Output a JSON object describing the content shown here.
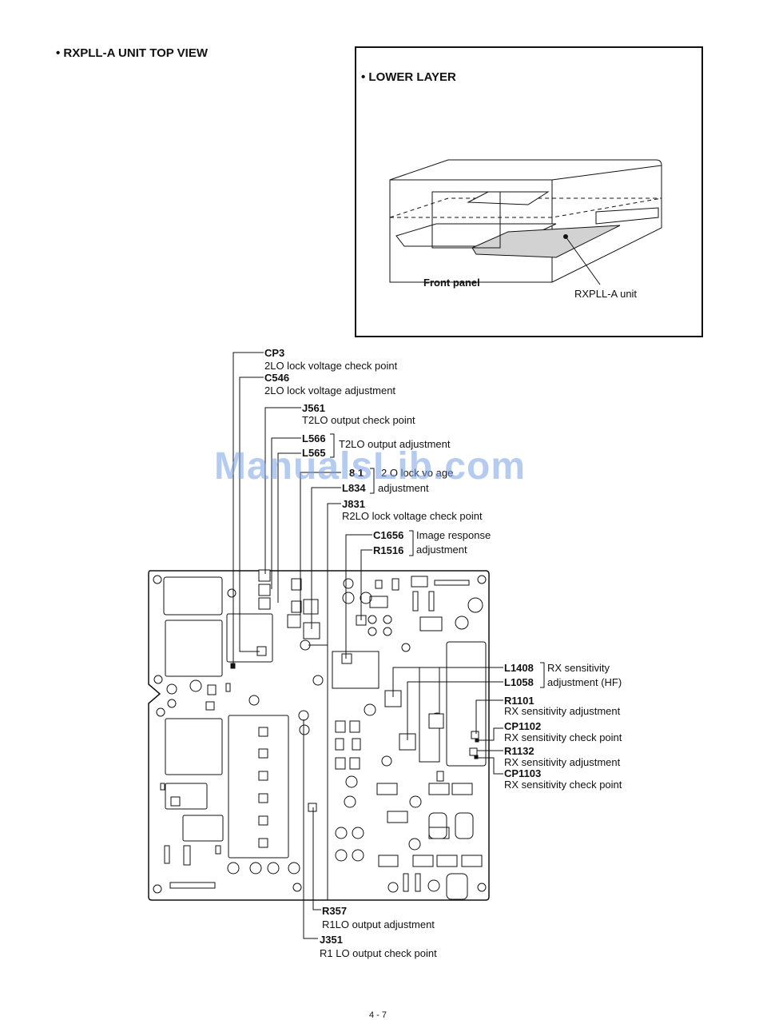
{
  "page_title": "• RXPLL-A UNIT TOP VIEW",
  "inset": {
    "title": "• LOWER LAYER",
    "front_panel": "Front panel",
    "unit_label": "RXPLL-A unit"
  },
  "callouts": {
    "cp3": {
      "ref": "CP3",
      "desc": "2LO lock voltage check point"
    },
    "c546": {
      "ref": "C546",
      "desc": "2LO lock voltage adjustment"
    },
    "j561": {
      "ref": "J561",
      "desc": "T2LO output check point"
    },
    "l566": {
      "ref": "L566"
    },
    "l565": {
      "ref": "L565"
    },
    "t2lo_adj": "T2LO output adjustment",
    "l831_ref": "8 1",
    "r2lo_adj_1": "2 O lock vo age",
    "l834": {
      "ref": "L834"
    },
    "r2lo_adj_2": "adjustment",
    "j831": {
      "ref": "J831",
      "desc": "R2LO lock voltage check point"
    },
    "c1656": {
      "ref": "C1656"
    },
    "r1516": {
      "ref": "R1516"
    },
    "image_resp_1": "Image response",
    "image_resp_2": "adjustment",
    "l1408": {
      "ref": "L1408"
    },
    "l1058": {
      "ref": "L1058"
    },
    "rx_sens_hf_1": "RX sensitivity",
    "rx_sens_hf_2": "adjustment (HF)",
    "r1101": {
      "ref": "R1101",
      "desc": "RX sensitivity adjustment"
    },
    "cp1102": {
      "ref": "CP1102",
      "desc": "RX sensitivity check point"
    },
    "r1132": {
      "ref": "R1132",
      "desc": "RX sensitivity adjustment"
    },
    "cp1103": {
      "ref": "CP1103",
      "desc": "RX sensitivity check point"
    },
    "r357": {
      "ref": "R357",
      "desc": "R1LO output adjustment"
    },
    "j351": {
      "ref": "J351",
      "desc": "R1 LO output check point"
    }
  },
  "watermark": "ManualsLib.com",
  "page_number": "4 - 7"
}
